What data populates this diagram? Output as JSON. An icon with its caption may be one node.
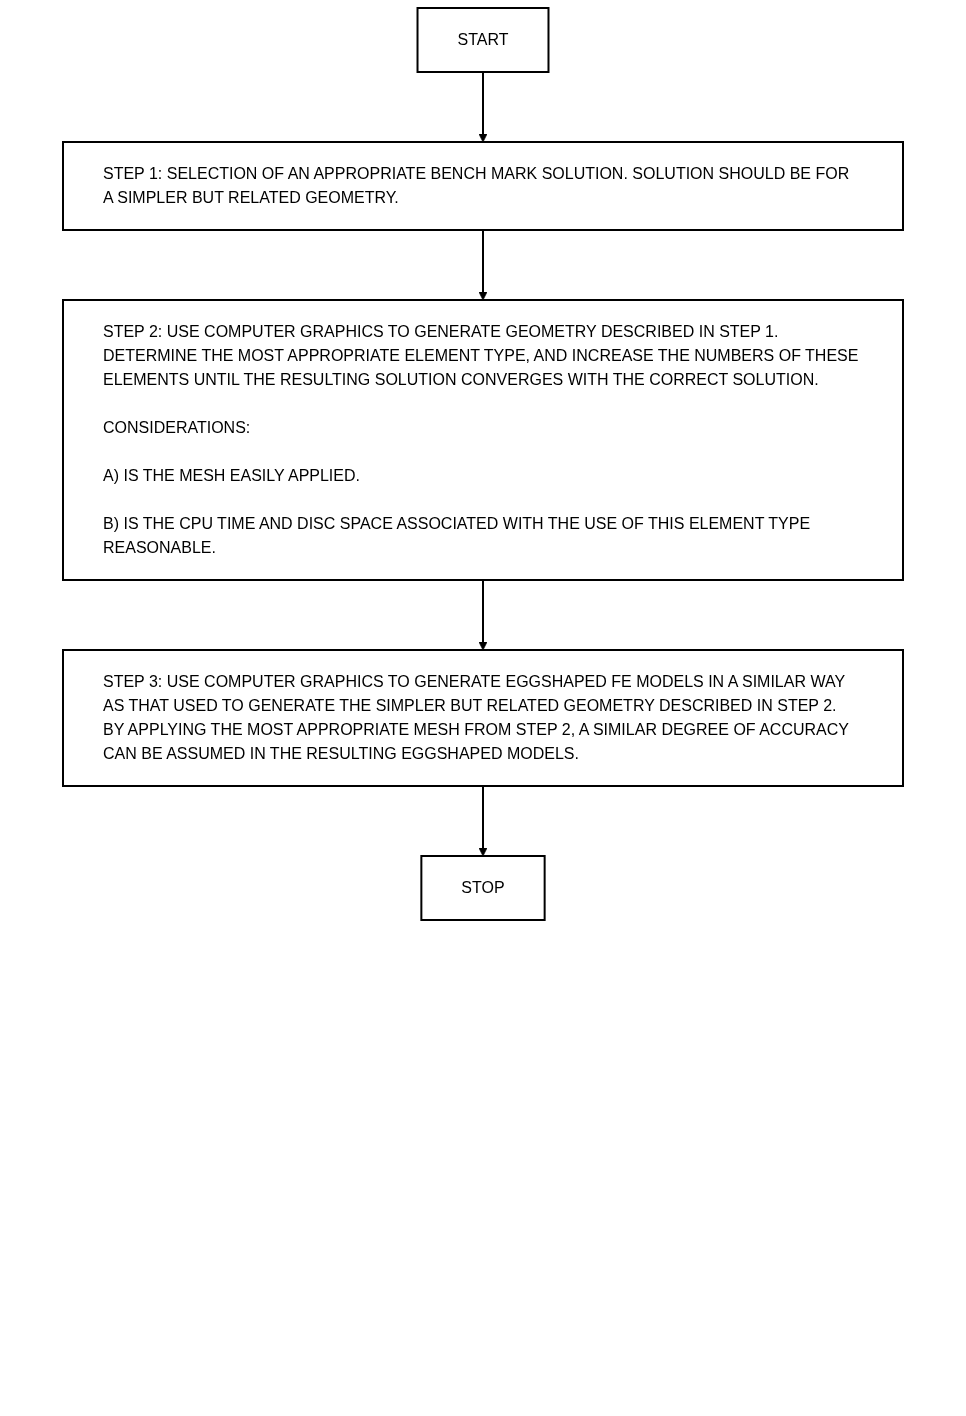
{
  "diagram": {
    "nodes": [
      {
        "text": [
          "START"
        ]
      },
      {
        "text": [
          "STEP 1: SELECTION OF AN APPROPRIATE BENCH MARK SOLUTION. SOLUTION SHOULD BE FOR A SIMPLER BUT RELATED GEOMETRY."
        ]
      },
      {
        "text": [
          "STEP 2: USE COMPUTER GRAPHICS TO GENERATE GEOMETRY DESCRIBED IN STEP 1. DETERMINE THE MOST APPROPRIATE ELEMENT TYPE, AND INCREASE THE NUMBERS OF THESE ELEMENTS UNTIL THE RESULTING SOLUTION CONVERGES WITH THE CORRECT SOLUTION.",
          "CONSIDERATIONS:",
          "A) IS THE MESH EASILY APPLIED.",
          "B) IS THE CPU TIME AND DISC SPACE ASSOCIATED WITH THE USE OF THIS ELEMENT TYPE REASONABLE."
        ]
      },
      {
        "text": [
          "STEP 3: USE COMPUTER GRAPHICS TO GENERATE EGGSHAPED FE MODELS IN A SIMILAR WAY AS THAT USED TO GENERATE THE SIMPLER BUT RELATED GEOMETRY DESCRIBED IN STEP 2. BY APPLYING THE MOST APPROPRIATE MESH FROM STEP 2, A SIMILAR DEGREE OF ACCURACY CAN BE ASSUMED IN THE RESULTING EGGSHAPED MODELS."
        ]
      },
      {
        "text": [
          "STOP"
        ]
      }
    ],
    "edges": [
      {
        "from": 0,
        "to": 1,
        "arrow": "to"
      },
      {
        "from": 1,
        "to": 2,
        "arrow": "to"
      },
      {
        "from": 2,
        "to": 3,
        "arrow": "to"
      },
      {
        "from": 3,
        "to": 4,
        "arrow": "to"
      }
    ]
  }
}
